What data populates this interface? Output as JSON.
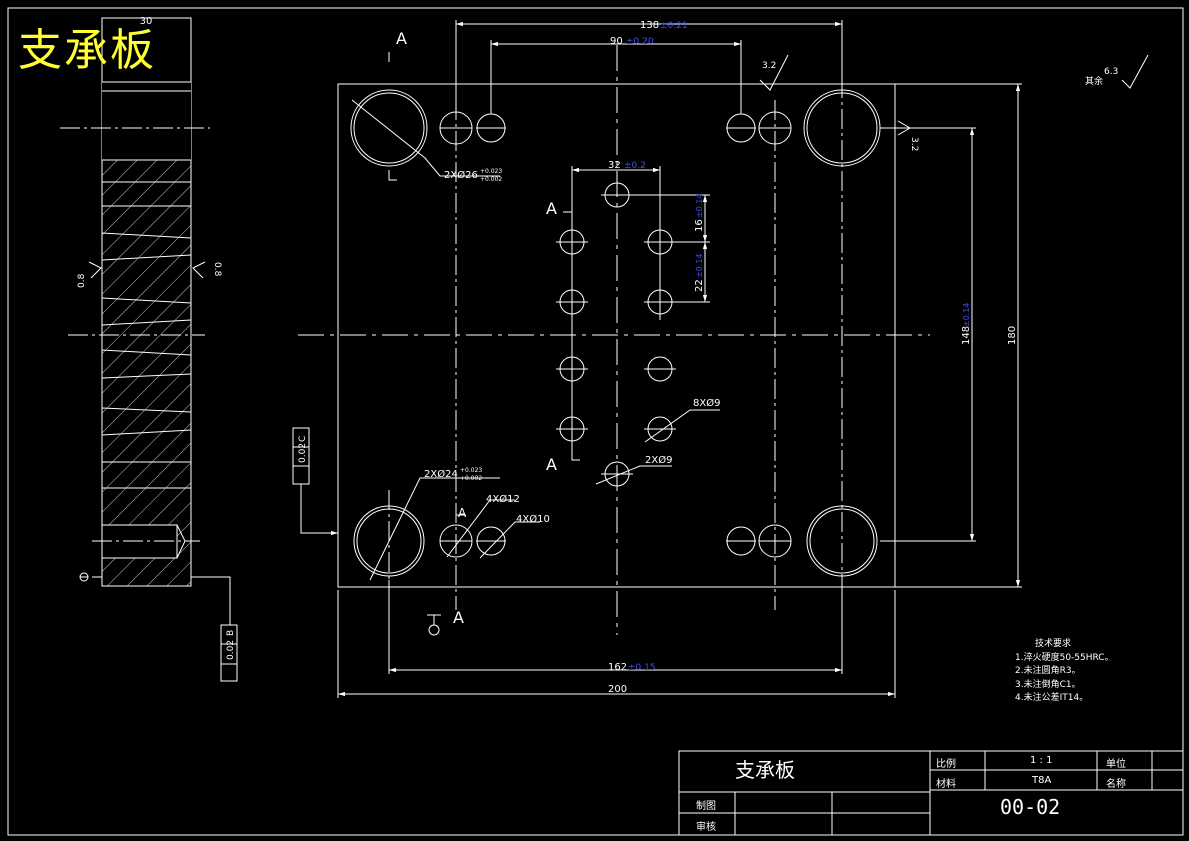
{
  "title_large": "支承板",
  "section_marks": {
    "a": "A"
  },
  "datums": {
    "b": "B",
    "c": "C"
  },
  "dimensions": {
    "width_total": "200",
    "width_162": "162",
    "tol_162": "±0.15",
    "width_138": "138",
    "tol_138": "±0.21",
    "width_90": "90",
    "tol_90": "±0.20",
    "width_32": "32",
    "tol_32": "±0.2",
    "height_total": "180",
    "height_148": "148",
    "tol_148": "±0.14",
    "v_16": "16",
    "tol_16": "±0.14",
    "v_22": "22",
    "tol_22": "±0.14",
    "hole_26": "2XØ26",
    "tol_26_upper": "+0.023",
    "tol_26_lower": "+0.002",
    "hole_24": "2XØ24",
    "tol_24_upper": "+0.023",
    "tol_24_lower": "+0.002",
    "hole_12": "4XØ12",
    "hole_10": "4XØ10",
    "hole_9_8": "8XØ9",
    "hole_9_2": "2XØ9"
  },
  "roughness": {
    "r32_top": "3.2",
    "r32_right": "3.2",
    "r08_left": "0.8",
    "r08_right": "0.8",
    "rest_label": "其余",
    "rest_value": "6.3"
  },
  "tolerance_frames": {
    "parallel_c": "0.02",
    "parallel_b": "0.02"
  },
  "tech_requirements": {
    "heading": "技术要求",
    "items": [
      "1.淬火硬度50-55HRC。",
      "2.未注圆角R3。",
      "3.未注倒角C1。",
      "4.未注公差IT14。"
    ]
  },
  "title_block": {
    "part_name": "支承板",
    "scale_label": "比例",
    "scale_value": "1 : 1",
    "unit_label": "单位",
    "material_label": "材料",
    "material_value": "T8A",
    "name_label": "名称",
    "drawn_label": "制图",
    "checked_label": "审核",
    "drawing_no": "00-02"
  },
  "colors": {
    "line": "#ffffff",
    "dim_blue": "#3d4dff",
    "title_yellow": "#ffff33",
    "background": "#000000"
  }
}
